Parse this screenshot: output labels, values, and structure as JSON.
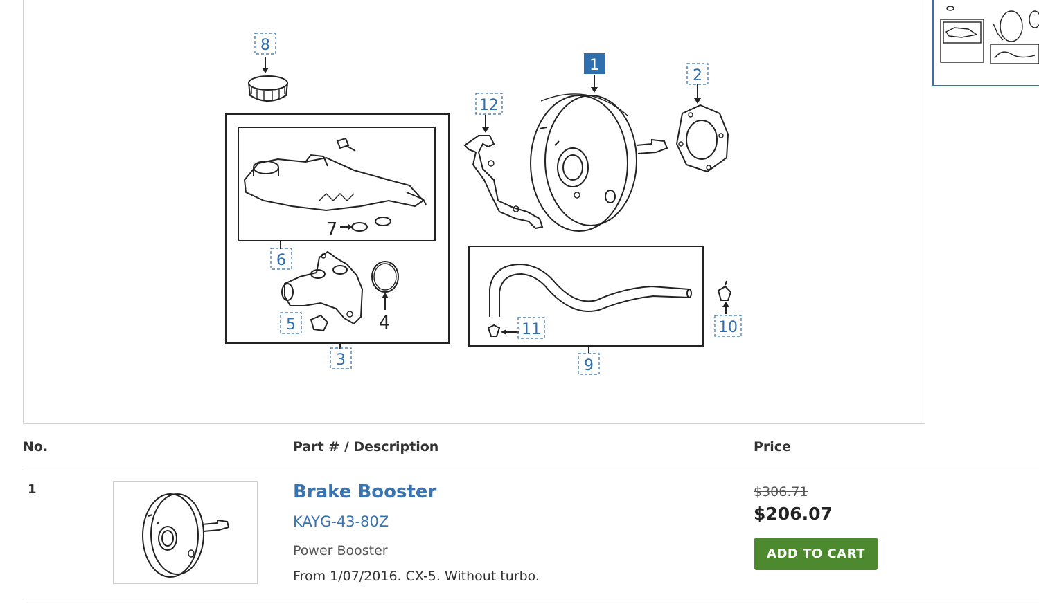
{
  "diagram": {
    "callouts": [
      {
        "id": "1",
        "label": "1"
      },
      {
        "id": "2",
        "label": "2"
      },
      {
        "id": "3",
        "label": "3"
      },
      {
        "id": "4",
        "label": "4"
      },
      {
        "id": "5",
        "label": "5"
      },
      {
        "id": "6",
        "label": "6"
      },
      {
        "id": "7",
        "label": "7"
      },
      {
        "id": "8",
        "label": "8"
      },
      {
        "id": "9",
        "label": "9"
      },
      {
        "id": "10",
        "label": "10"
      },
      {
        "id": "11",
        "label": "11"
      },
      {
        "id": "12",
        "label": "12"
      }
    ],
    "highlighted": "1",
    "highlight_color": "#2f6fae"
  },
  "table": {
    "headers": {
      "no": "No.",
      "part": "Part # / Description",
      "price": "Price"
    },
    "rows": [
      {
        "no": "1",
        "name": "Brake Booster",
        "part_number": "KAYG-43-80Z",
        "description": "Power Booster",
        "note": "From 1/07/2016. CX-5. Without turbo.",
        "old_price": "$306.71",
        "price": "$206.07",
        "button_label": "ADD TO CART"
      }
    ]
  },
  "colors": {
    "link": "#3a74b0",
    "button": "#4d8a2f",
    "thumbnail_border": "#3a6fa8"
  }
}
